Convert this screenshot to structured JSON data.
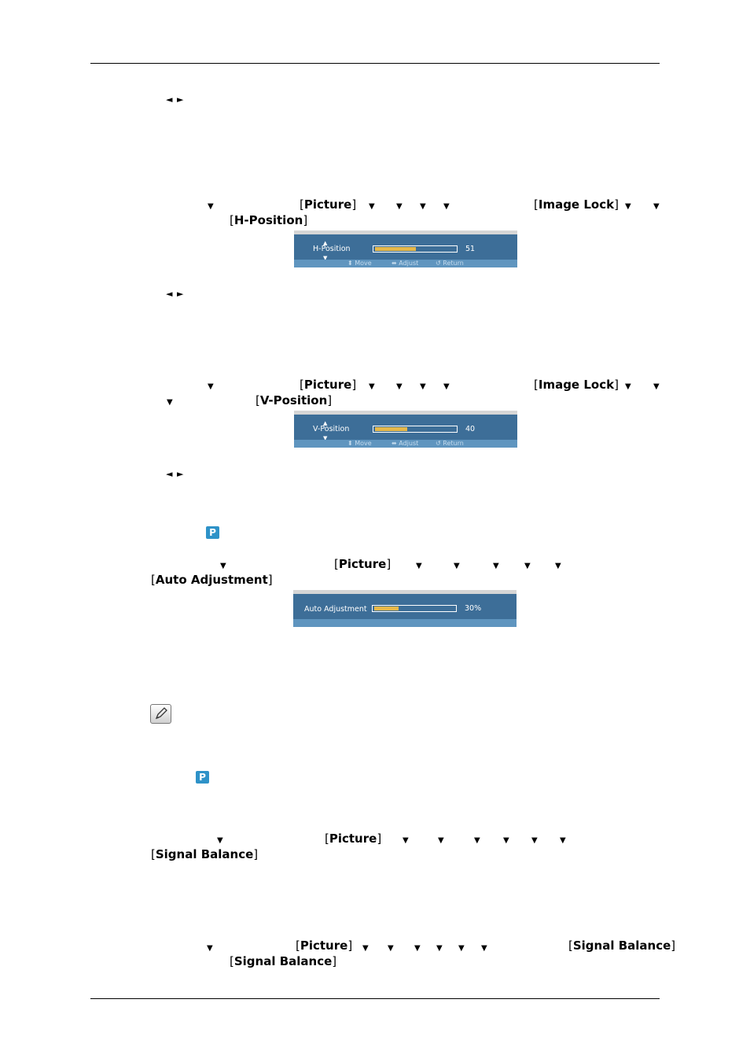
{
  "markers": {
    "left_right": "◄ ►",
    "down": "▼"
  },
  "labels": {
    "picture": "Picture",
    "image_lock": "Image Lock",
    "h_position": "H-Position",
    "v_position": "V-Position",
    "auto_adjustment": "Auto Adjustment",
    "signal_balance": "Signal Balance"
  },
  "osd_h": {
    "label": "H-Position",
    "value": "51",
    "level_percent": 51,
    "footer": {
      "move": "Move",
      "adjust": "Adjust",
      "return": "Return"
    }
  },
  "osd_v": {
    "label": "V-Position",
    "value": "40",
    "level_percent": 40,
    "footer": {
      "move": "Move",
      "adjust": "Adjust",
      "return": "Return"
    }
  },
  "osd_auto": {
    "label": "Auto Adjustment",
    "value": "30%",
    "level_percent": 30
  },
  "icons": {
    "p_badge": "P"
  },
  "colors": {
    "osd_bg": "#3d6e98",
    "osd_footer": "#5f95bf",
    "osd_fill": "#e6b84a",
    "p_badge": "#2e92c8"
  }
}
